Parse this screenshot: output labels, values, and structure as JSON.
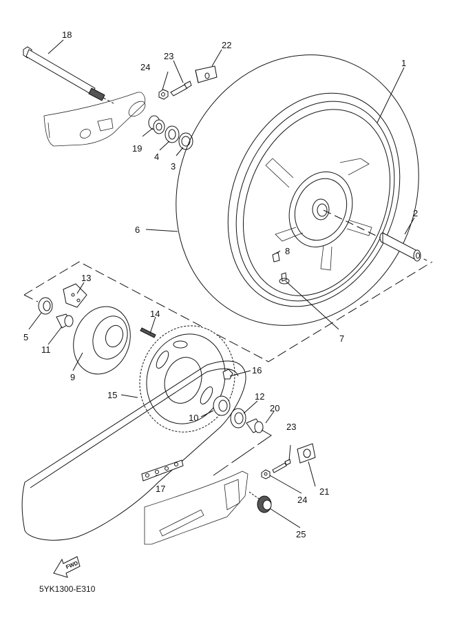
{
  "diagram": {
    "title": "Rear Wheel",
    "code": "5YK1300-E310",
    "fwd_label": "FWD",
    "callouts": [
      {
        "id": "c1",
        "num": "1",
        "part": "rear wheel"
      },
      {
        "id": "c2",
        "num": "2",
        "part": "collar"
      },
      {
        "id": "c3",
        "num": "3",
        "part": "bearing"
      },
      {
        "id": "c4",
        "num": "4",
        "part": "oil seal"
      },
      {
        "id": "c5",
        "num": "5",
        "part": "bearing"
      },
      {
        "id": "c6",
        "num": "6",
        "part": "tire"
      },
      {
        "id": "c7",
        "num": "7",
        "part": "valve"
      },
      {
        "id": "c8",
        "num": "8",
        "part": "balance weight"
      },
      {
        "id": "c9",
        "num": "9",
        "part": "sprocket hub"
      },
      {
        "id": "c10",
        "num": "10",
        "part": "bearing"
      },
      {
        "id": "c11",
        "num": "11",
        "part": "collar"
      },
      {
        "id": "c12",
        "num": "12",
        "part": "oil seal"
      },
      {
        "id": "c13",
        "num": "13",
        "part": "damper"
      },
      {
        "id": "c14",
        "num": "14",
        "part": "stud bolt"
      },
      {
        "id": "c15",
        "num": "15",
        "part": "driven sprocket"
      },
      {
        "id": "c16",
        "num": "16",
        "part": "nut"
      },
      {
        "id": "c17",
        "num": "17",
        "part": "drive chain"
      },
      {
        "id": "c18",
        "num": "18",
        "part": "wheel axle"
      },
      {
        "id": "c19",
        "num": "19",
        "part": "collar"
      },
      {
        "id": "c20",
        "num": "20",
        "part": "collar"
      },
      {
        "id": "c21",
        "num": "21",
        "part": "chain puller"
      },
      {
        "id": "c22",
        "num": "22",
        "part": "chain puller"
      },
      {
        "id": "c23a",
        "num": "23",
        "part": "bolt"
      },
      {
        "id": "c23b",
        "num": "23",
        "part": "bolt"
      },
      {
        "id": "c24a",
        "num": "24",
        "part": "nut"
      },
      {
        "id": "c24b",
        "num": "24",
        "part": "nut"
      },
      {
        "id": "c25",
        "num": "25",
        "part": "nut"
      }
    ]
  }
}
